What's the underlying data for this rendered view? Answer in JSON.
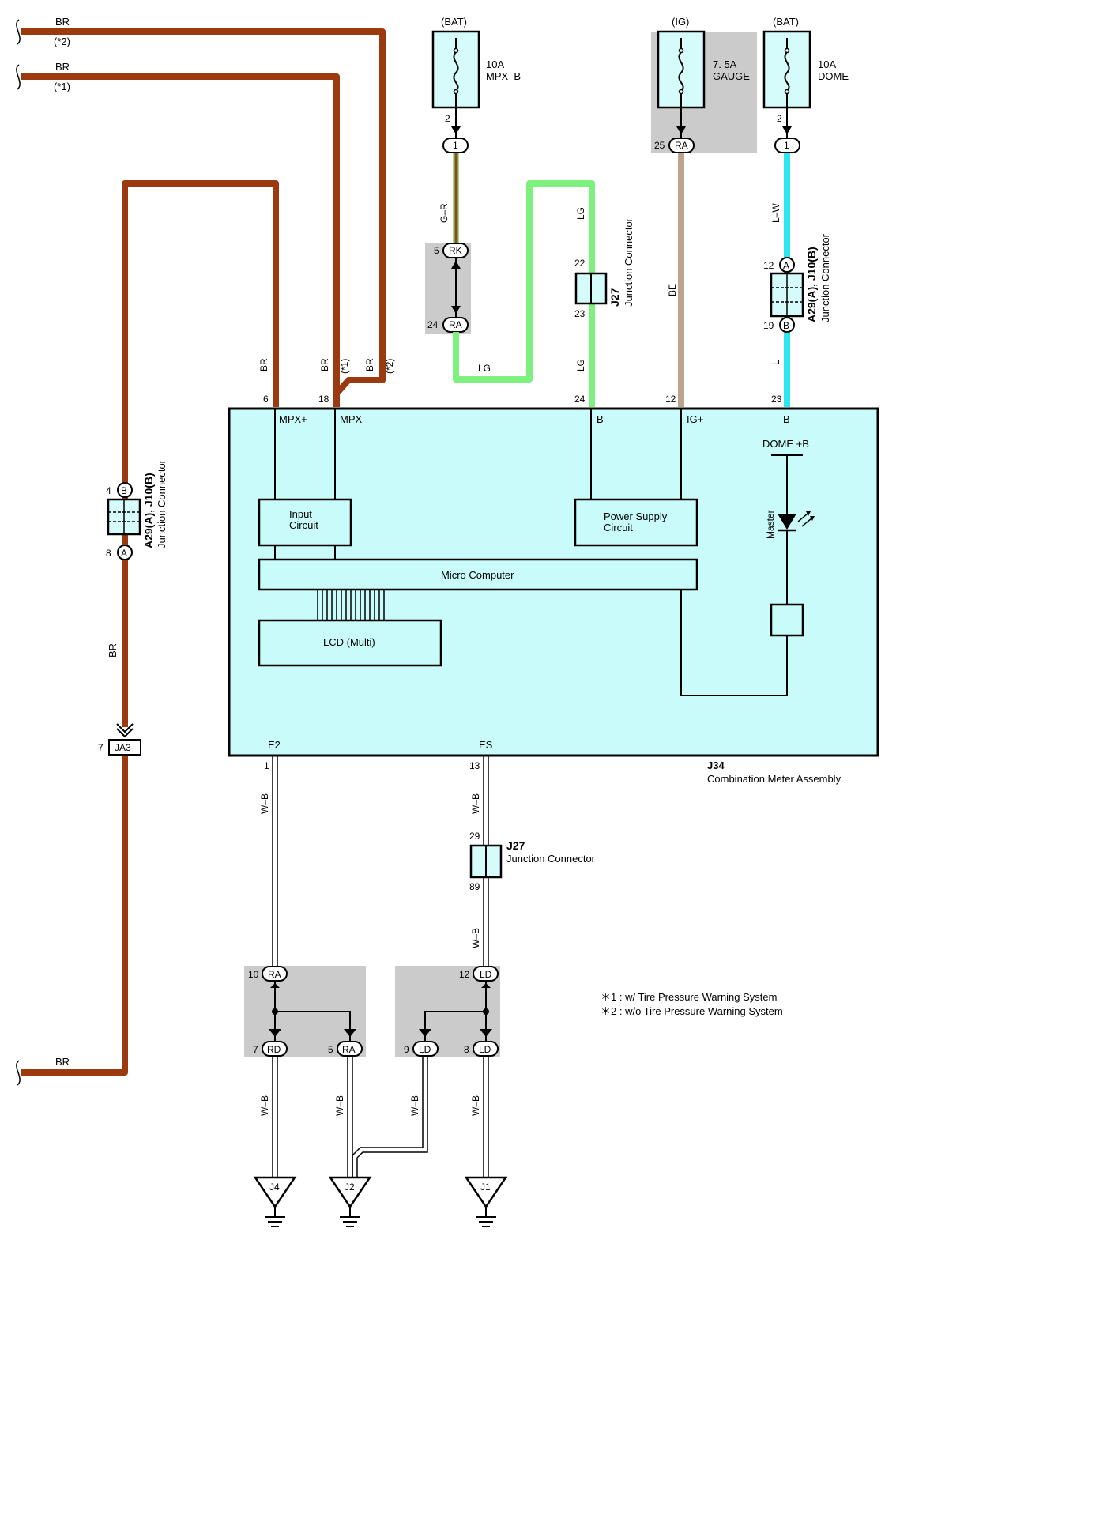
{
  "colors": {
    "br_wire": "#9b3a0f",
    "lg_wire": "#7df07d",
    "lw_wire": "#2ee6f0",
    "be_wire": "#bda38e",
    "gr_wire": "#38c23a",
    "red_stripe": "#e02020",
    "meter_fill": "#c9fbfb",
    "gray_box": "#cbcbcb",
    "fuse_fill": "#d5fbfb"
  },
  "left_wires": {
    "top_label": "BR",
    "top_note": "(*2)",
    "second_label": "BR",
    "second_note": "(*1)",
    "bottom_label": "BR",
    "vertical_label": "BR"
  },
  "left_junction": {
    "pin_top": "4",
    "pin_top_letter": "B",
    "pin_bottom": "8",
    "pin_bottom_letter": "A",
    "name": "A29(A), J10(B)",
    "desc": "Junction Connector"
  },
  "ja3": {
    "pin": "7",
    "label": "JA3"
  },
  "fuses": [
    {
      "source": "(BAT)",
      "rating": "10A",
      "name": "MPX–B",
      "pin": "2",
      "conn": "1"
    },
    {
      "source": "(IG)",
      "rating": "7. 5A",
      "name": "GAUGE",
      "pin": "25",
      "conn": "RA"
    },
    {
      "source": "(BAT)",
      "rating": "10A",
      "name": "DOME",
      "pin": "2",
      "conn": "1"
    }
  ],
  "gr_wire": {
    "label": "G–R",
    "rk_pin": "5",
    "rk": "RK",
    "ra_pin": "24",
    "ra": "RA",
    "lg_label": "LG"
  },
  "j27_top": {
    "pin_top": "22",
    "pin_bottom": "23",
    "name": "J27",
    "desc": "Junction Connector",
    "wire_top": "LG",
    "wire_bottom": "LG"
  },
  "be_wire_label": "BE",
  "dome_wire": {
    "top_label": "L–W",
    "pin_top": "12",
    "pin_top_letter": "A",
    "pin_bottom": "19",
    "pin_bottom_letter": "B",
    "name": "A29(A), J10(B)",
    "desc": "Junction Connector",
    "bottom_label": "L"
  },
  "meter_top_wires": {
    "br1": "BR",
    "br2": "BR",
    "note1": "(*1)",
    "br3": "BR",
    "note2": "(*2)"
  },
  "meter": {
    "pins_top": [
      {
        "num": "6",
        "name": "MPX+"
      },
      {
        "num": "18",
        "name": "MPX–"
      },
      {
        "num": "24",
        "name": "B"
      },
      {
        "num": "12",
        "name": "IG+"
      },
      {
        "num": "23",
        "name": "B"
      }
    ],
    "input_circuit": [
      "Input",
      "Circuit"
    ],
    "power_supply": [
      "Power Supply",
      "Circuit"
    ],
    "micro_computer": "Micro Computer",
    "lcd": "LCD (Multi)",
    "dome_label": "DOME +B",
    "master_label": "Master",
    "pin_e2": "E2",
    "pin_es": "ES",
    "pin_e2_num": "1",
    "pin_es_num": "13",
    "id": "J34",
    "name": "Combination Meter Assembly"
  },
  "lower": {
    "wb1": "W–B",
    "wb2": "W–B",
    "j27_pin_top": "29",
    "j27_pin_bottom": "89",
    "j27_name": "J27",
    "j27_desc": "Junction Connector",
    "wb3": "W–B",
    "splice_left": {
      "top_pin": "10",
      "top": "RA",
      "bl_pin": "7",
      "bl": "RD",
      "br_pin": "5",
      "br": "RA"
    },
    "splice_right": {
      "top_pin": "12",
      "top": "LD",
      "bl_pin": "9",
      "bl": "LD",
      "br_pin": "8",
      "br": "LD"
    },
    "wb_bottom": [
      "W–B",
      "W–B",
      "W–B",
      "W–B"
    ],
    "grounds": [
      "J4",
      "J2",
      "J1"
    ]
  },
  "notes": [
    "＊1 : w/ Tire Pressure Warning System",
    "＊2 : w/o Tire Pressure Warning System"
  ]
}
